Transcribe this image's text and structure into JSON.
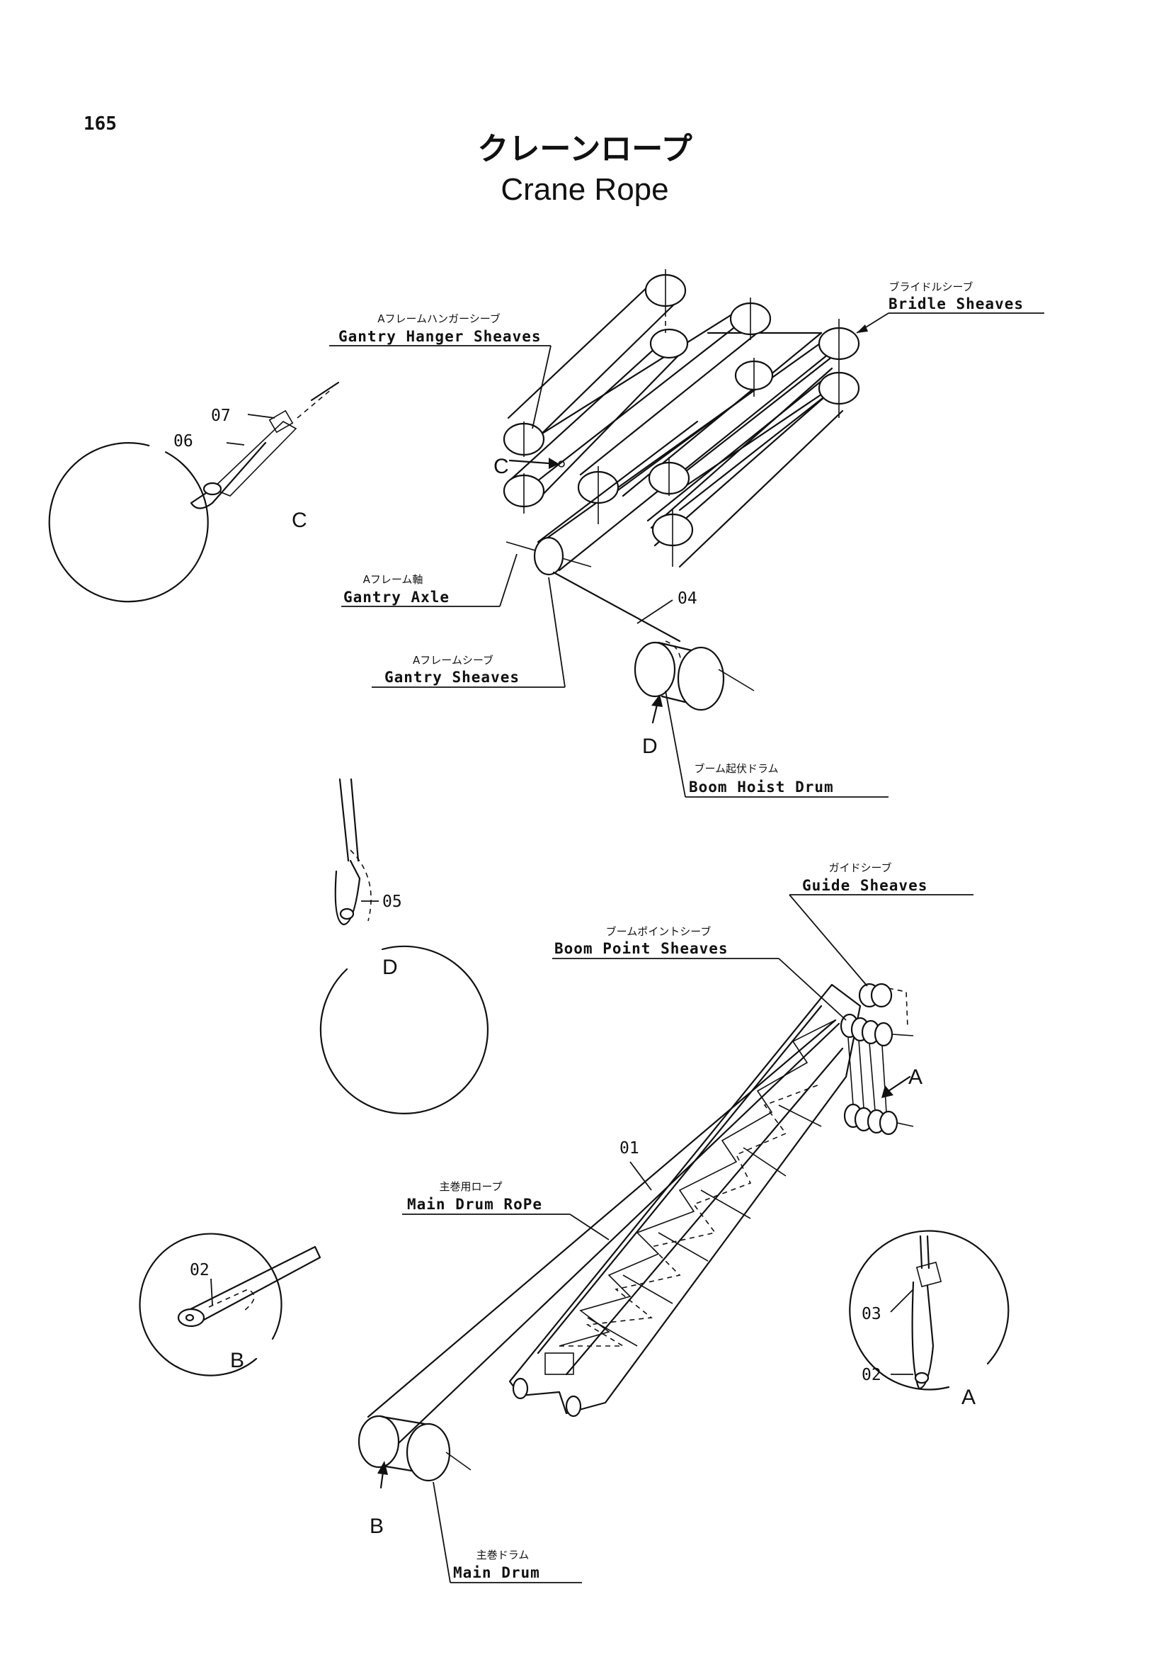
{
  "page_number": "165",
  "title": {
    "ja": "クレーンロープ",
    "en": "Crane Rope"
  },
  "labels": {
    "bridle": {
      "ja": "ブライドルシーブ",
      "en": "Bridle Sheaves"
    },
    "gantry_hanger": {
      "ja": "Aフレームハンガーシーブ",
      "en": "Gantry Hanger Sheaves"
    },
    "gantry_axle": {
      "ja": "Aフレーム軸",
      "en": "Gantry Axle"
    },
    "gantry_sheaves": {
      "ja": "Aフレームシーブ",
      "en": "Gantry Sheaves"
    },
    "boom_hoist_drum": {
      "ja": "ブーム起伏ドラム",
      "en": "Boom Hoist Drum"
    },
    "guide_sheaves": {
      "ja": "ガイドシーブ",
      "en": "Guide Sheaves"
    },
    "boom_point": {
      "ja": "ブームポイントシーブ",
      "en": "Boom Point Sheaves"
    },
    "main_drum_rope": {
      "ja": "主巻用ロープ",
      "en": "Main Drum RoPe"
    },
    "main_drum": {
      "ja": "主巻ドラム",
      "en": "Main Drum"
    }
  },
  "part_numbers": {
    "p01": "01",
    "p02": "02",
    "p03": "03",
    "p04": "04",
    "p05": "05",
    "p06": "06",
    "p07": "07"
  },
  "view_letters": {
    "a": "A",
    "b": "B",
    "c": "C",
    "d": "D"
  }
}
